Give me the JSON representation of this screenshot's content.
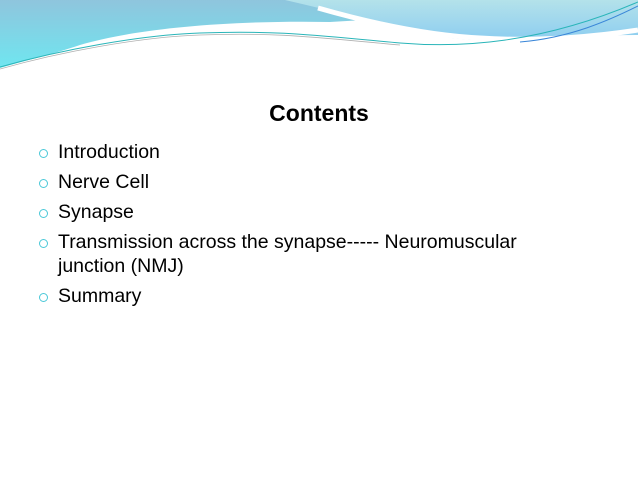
{
  "slide": {
    "title": "Contents",
    "items": [
      {
        "label": "Introduction"
      },
      {
        "label": "Nerve Cell"
      },
      {
        "label": "Synapse"
      },
      {
        "label": "Transmission across the synapse----- Neuromuscular junction (NMJ)"
      },
      {
        "label": "Summary"
      }
    ],
    "colors": {
      "bullet": "#4bc8d8",
      "wave_primary": "#8ec8dc",
      "wave_light": "#6fe3ef"
    }
  }
}
